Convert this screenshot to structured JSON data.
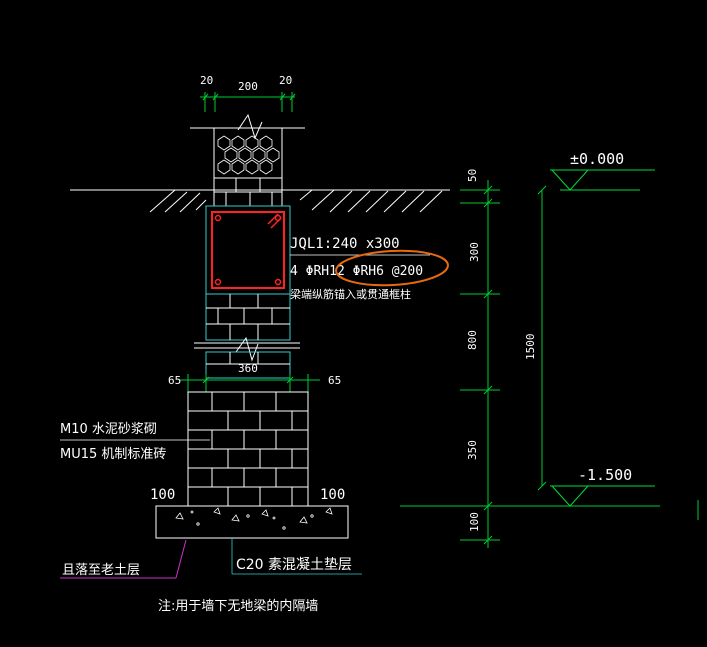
{
  "colors": {
    "background": "#000000",
    "dimension": "#00cc33",
    "text_white": "#ffffff",
    "beam_red": "#ff2222",
    "brick_line": "#ffffff",
    "cyan": "#33cccc",
    "magenta": "#cc33cc",
    "annotation_orange": "#e86a10",
    "elevation_green": "#00dd33"
  },
  "dimensions": {
    "top_left": "20",
    "top_mid": "200",
    "top_right": "20",
    "mid_width": "360",
    "left_offset": "65",
    "right_offset": "65",
    "footing_left": "100",
    "footing_right": "100",
    "vertical_50": "50",
    "vertical_300": "300",
    "vertical_800": "800",
    "vertical_350": "350",
    "vertical_100": "100",
    "vertical_total": "1500"
  },
  "elevations": {
    "top": "±0.000",
    "bottom": "-1.500"
  },
  "beam": {
    "name": "JQL1:240 x300",
    "rebar": "4 ΦRH12  ΦRH6 @200",
    "note": "梁端纵筋锚入或贯通框柱"
  },
  "materials": {
    "mortar": "M10 水泥砂浆砌",
    "brick": "MU15 机制标准砖"
  },
  "footing": {
    "label": "C20  素混凝土垫层",
    "subgrade": "且落至老土层"
  },
  "note": "注:用于墙下无地梁的内隔墙"
}
